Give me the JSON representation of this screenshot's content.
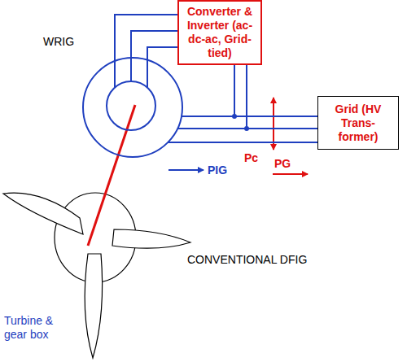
{
  "diagram": {
    "nodes": [
      {
        "text": [
          "WRIG"
        ]
      },
      {
        "text": [
          "Converter & Inverter (ac-dc-ac, Grid-tied)"
        ]
      },
      {
        "text": [
          "Grid (HV Trans-former)"
        ]
      }
    ],
    "edges": [
      {
        "from": 0,
        "to": 1,
        "arrow": "none"
      },
      {
        "from": 0,
        "to": 2,
        "arrow": "none"
      },
      {
        "from": 1,
        "to": 2,
        "arrow": "none"
      }
    ],
    "labels": [
      "Turbine & gear box",
      "CONVENTIONAL DFIG",
      "PIG",
      "Pc",
      "PG"
    ]
  }
}
